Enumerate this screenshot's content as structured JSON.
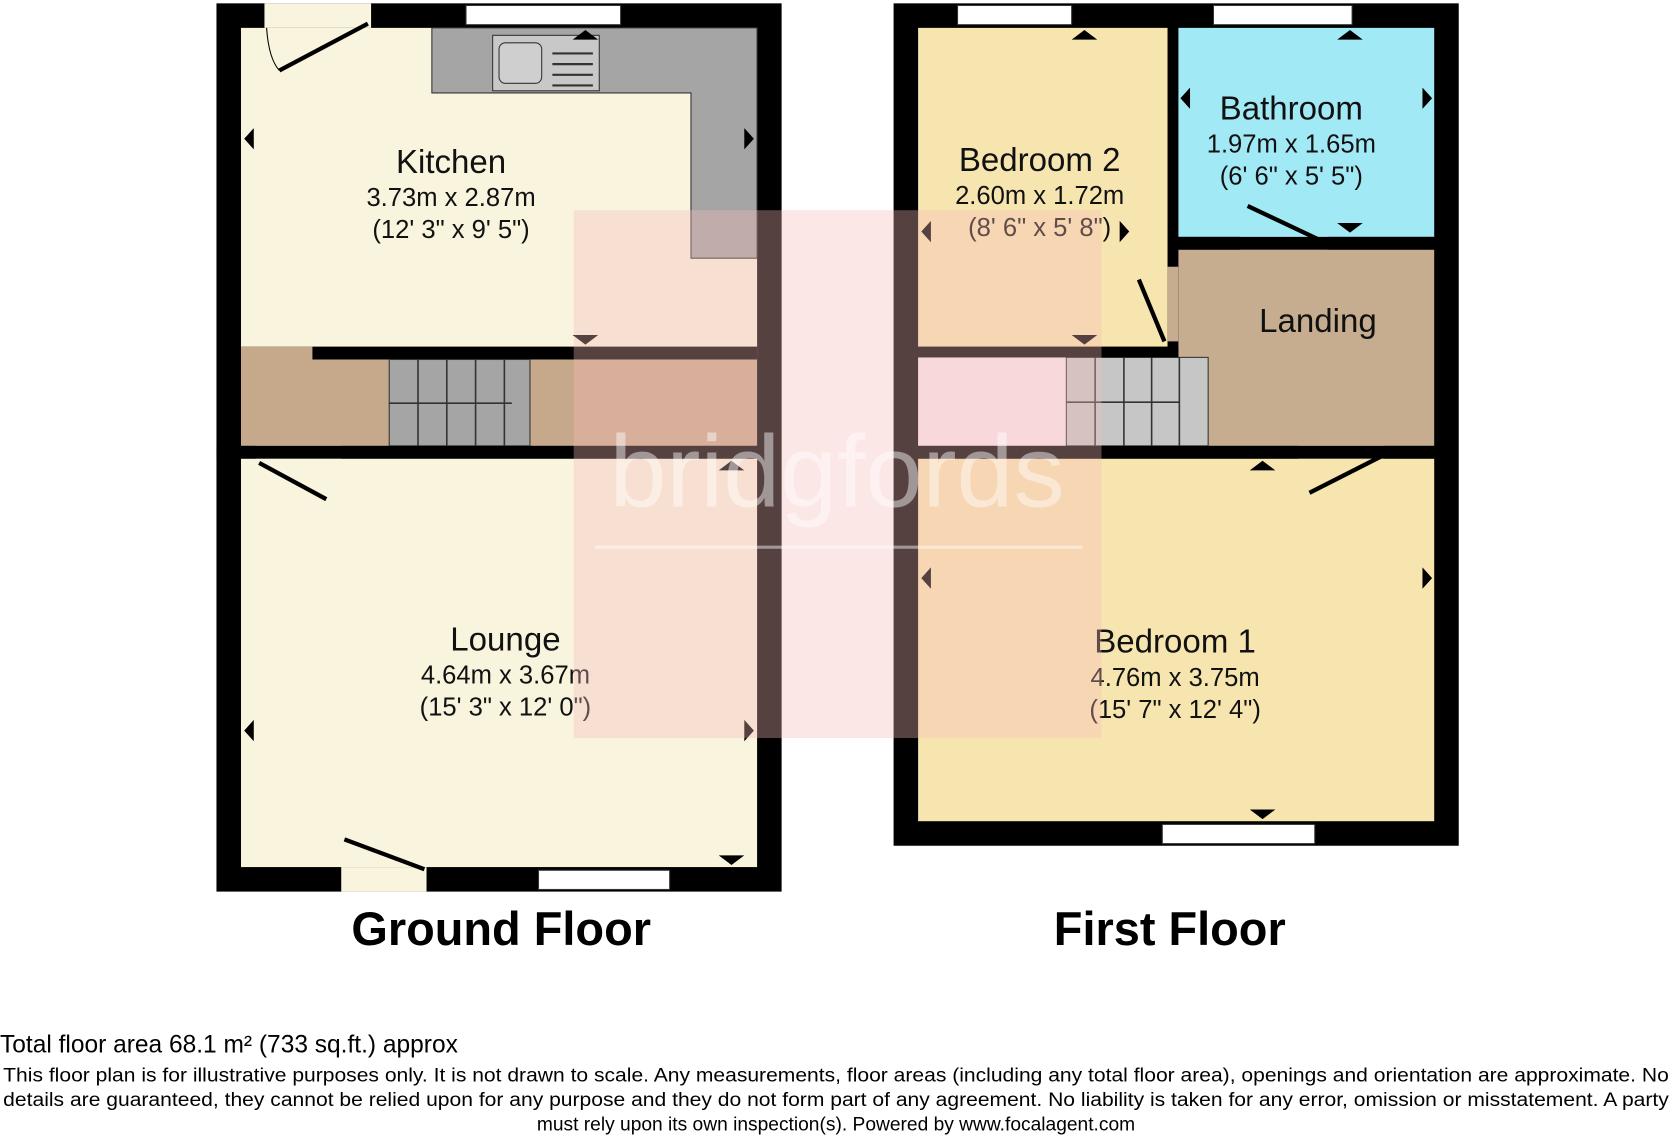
{
  "ground_floor": {
    "label": "Ground Floor",
    "rooms": {
      "kitchen": {
        "name": "Kitchen",
        "metric": "3.73m x 2.87m",
        "imperial": "(12' 3\" x 9' 5\")"
      },
      "lounge": {
        "name": "Lounge",
        "metric": "4.64m x 3.67m",
        "imperial": "(15' 3\" x 12' 0\")"
      }
    }
  },
  "first_floor": {
    "label": "First Floor",
    "rooms": {
      "bedroom2": {
        "name": "Bedroom 2",
        "metric": "2.60m x 1.72m",
        "imperial": "(8' 6\" x 5' 8\")"
      },
      "bathroom": {
        "name": "Bathroom",
        "metric": "1.97m x 1.65m",
        "imperial": "(6' 6\" x 5' 5\")"
      },
      "landing": {
        "name": "Landing"
      },
      "bedroom1": {
        "name": "Bedroom 1",
        "metric": "4.76m x 3.75m",
        "imperial": "(15' 7\" x 12' 4\")"
      }
    }
  },
  "watermark": "bridgfords",
  "footer": {
    "total_area": "Total floor area 68.1 m² (733 sq.ft.) approx",
    "disclaimer_1": "This floor plan is for illustrative purposes only. It is not drawn to scale. Any measurements, floor areas (including any total floor area), openings and orientation are approximate. No",
    "disclaimer_2": "details are guaranteed, they cannot be relied upon for any purpose and they do not form part of any agreement. No liability is taken for any error, omission or misstatement. A party",
    "disclaimer_3": "must rely upon its own inspection(s). Powered by www.focalagent.com"
  },
  "colors": {
    "wall": "#000000",
    "cream": "#f8f4dd",
    "counter": "#a5a5a5",
    "hall": "#c6a98a",
    "bedroom": "#f7e5b0",
    "bathroom": "#a2e9f6",
    "landing": "#c7ad8f",
    "watermark": "#f7b9b9"
  }
}
